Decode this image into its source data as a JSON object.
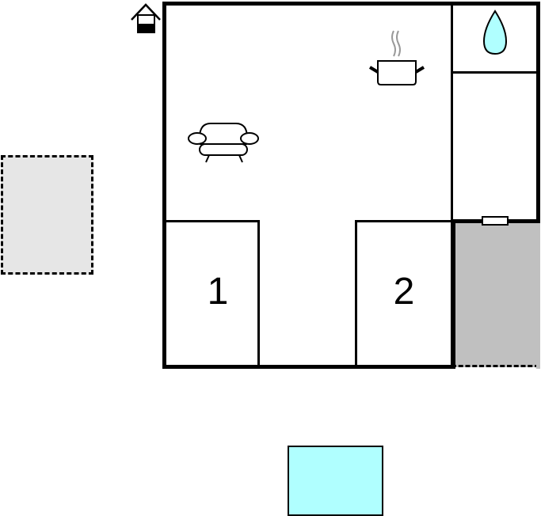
{
  "floorplan": {
    "rooms": [
      {
        "id": "bedroom-1",
        "label": "1"
      },
      {
        "id": "bedroom-2",
        "label": "2"
      }
    ],
    "icons": [
      {
        "name": "house-entrance-icon"
      },
      {
        "name": "cooking-pot-icon"
      },
      {
        "name": "sofa-icon"
      },
      {
        "name": "water-drop-icon"
      }
    ],
    "areas": [
      {
        "id": "terrace",
        "fill": "#e6e6e6",
        "border": "dashed"
      },
      {
        "id": "covered-terrace",
        "fill": "#c0c0c0",
        "border": "dashed"
      },
      {
        "id": "pool",
        "fill": "#b0ffff",
        "border": "solid"
      }
    ],
    "colors": {
      "wall": "#000000",
      "water": "#b0ffff",
      "terrace_light": "#e6e6e6",
      "terrace_dark": "#c0c0c0",
      "steam": "#999999"
    }
  }
}
